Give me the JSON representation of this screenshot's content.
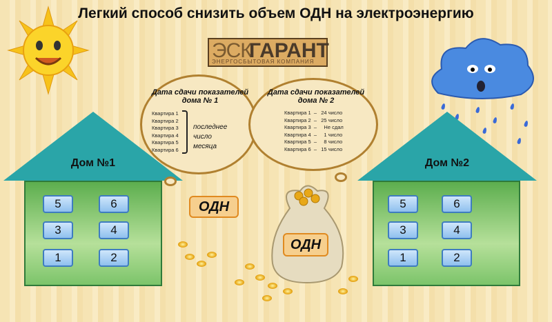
{
  "title": "Легкий способ снизить объем ОДН на электроэнергию",
  "logo": {
    "part1": "ЭСК",
    "part2": "ГАРАНТ",
    "subtitle": "ЭНЕРГОСБЫТОВАЯ КОМПАНИЯ"
  },
  "house1": {
    "label": "Дом №1",
    "windows": [
      "5",
      "6",
      "3",
      "4",
      "1",
      "2"
    ]
  },
  "house2": {
    "label": "Дом №2",
    "windows": [
      "5",
      "6",
      "3",
      "4",
      "1",
      "2"
    ]
  },
  "bubble1": {
    "title": "Дата сдачи показателей дома № 1",
    "apartments": [
      "Квартира 1",
      "Квартира 2",
      "Квартира 3",
      "Квартира 4",
      "Квартира 5",
      "Квартира 6"
    ],
    "note": [
      "последнее",
      "число",
      "месяца"
    ]
  },
  "bubble2": {
    "title": "Дата сдачи показателей дома №  2",
    "rows": [
      "Квартира 1  –   24 число",
      "Квартира 2  –   25 число",
      "Квартира 3  –     Не сдал",
      "Квартира 4  –     1 число",
      "Квартира 5  –     8 число",
      "Квартира 6  –   15 число"
    ]
  },
  "odn_label": "ОДН",
  "odn_bag_label": "ОДН"
}
